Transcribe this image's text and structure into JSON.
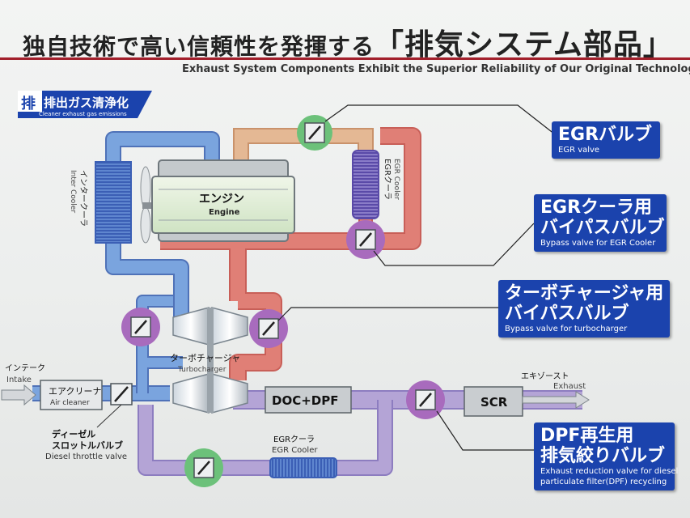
{
  "header": {
    "title_jp_lead": "独自技術で高い信頼性を発揮する",
    "title_jp_main": "「排気システム部品」",
    "title_en": "Exhaust System Components Exhibit the Superior Reliability of Our Original Technologies"
  },
  "badge": {
    "jp": "排出ガス清浄化",
    "en": "Cleaner exhaust gas emissions"
  },
  "components": {
    "engine_jp": "エンジン",
    "engine_en": "Engine",
    "intercooler_jp": "インタークーラ",
    "intercooler_en": "Inter Cooler",
    "egr_cooler_top_jp": "EGRクーラ",
    "egr_cooler_top_en": "EGR Cooler",
    "turbo_jp": "ターボチャージャ",
    "turbo_en": "Turbocharger",
    "aircleaner_jp": "エアクリーナ",
    "aircleaner_en": "Air cleaner",
    "docdpf": "DOC+DPF",
    "scr": "SCR",
    "egr_cooler_bottom_jp": "EGRクーラ",
    "egr_cooler_bottom_en": "EGR Cooler",
    "intake_jp": "インテーク",
    "intake_en": "Intake",
    "exhaust_jp": "エキゾースト",
    "exhaust_en": "Exhaust",
    "throttle_jp_1": "ディーゼル",
    "throttle_jp_2": "スロットルバルブ",
    "throttle_en": "Diesel throttle valve"
  },
  "callouts": {
    "egr_valve": {
      "jp": "EGRバルブ",
      "en": "EGR valve"
    },
    "egr_bypass": {
      "jp1": "EGRクーラ用",
      "jp2": "バイパスバルブ",
      "en": "Bypass valve for EGR Cooler"
    },
    "turbo_bypass": {
      "jp1": "ターボチャージャ用",
      "jp2": "バイパスバルブ",
      "en": "Bypass valve for turbocharger"
    },
    "dpf_valve": {
      "jp1": "DPF再生用",
      "jp2": "排気絞りバルブ",
      "en1": "Exhaust reduction valve for diesel",
      "en2": "particulate filter(DPF) recycling"
    }
  },
  "colors": {
    "accent_red": "#a21f2b",
    "callout_blue": "#1b43ad",
    "pipe_blue": "#7aa4de",
    "pipe_red": "#e07f76",
    "pipe_purple": "#b4a4d6",
    "pipe_tan": "#e4b894",
    "valve_green": "#6cc17a",
    "valve_purple": "#a86bbd"
  },
  "icons": [
    "valve-butterfly-icon",
    "fan-icon",
    "arrow-right-icon"
  ]
}
